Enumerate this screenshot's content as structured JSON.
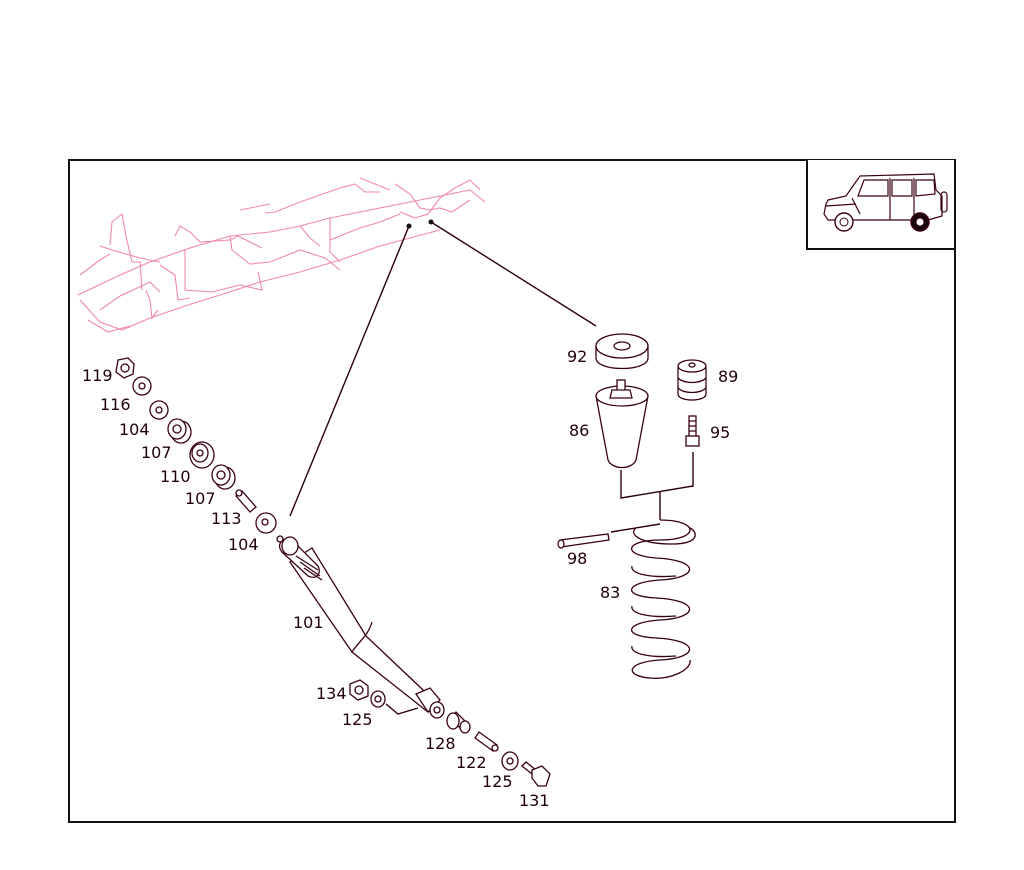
{
  "diagram": {
    "type": "exploded-parts-diagram",
    "subject": "Rear shock absorber and coil spring assembly",
    "colors": {
      "line_primary": "#3a0014",
      "chassis_frame": "#f08aa8",
      "border": "#111111",
      "background": "#ffffff"
    },
    "thumbnail": {
      "icon": "vehicle-suv-side-view-icon"
    },
    "callouts": {
      "c119": "119",
      "c116": "116",
      "c104a": "104",
      "c107a": "107",
      "c110": "110",
      "c107b": "107",
      "c113": "113",
      "c104b": "104",
      "c101": "101",
      "c134": "134",
      "c125a": "125",
      "c128": "128",
      "c122": "122",
      "c125b": "125",
      "c131": "131",
      "c92": "92",
      "c89": "89",
      "c86": "86",
      "c95": "95",
      "c98": "98",
      "c83": "83"
    },
    "parts": [
      {
        "number": "119",
        "shape": "hex-nut"
      },
      {
        "number": "116",
        "shape": "washer"
      },
      {
        "number": "104",
        "shape": "washer"
      },
      {
        "number": "107",
        "shape": "rubber-bushing"
      },
      {
        "number": "110",
        "shape": "cup-washer"
      },
      {
        "number": "107",
        "shape": "rubber-bushing"
      },
      {
        "number": "113",
        "shape": "spacer-sleeve"
      },
      {
        "number": "104",
        "shape": "washer"
      },
      {
        "number": "101",
        "shape": "shock-absorber"
      },
      {
        "number": "134",
        "shape": "hex-nut"
      },
      {
        "number": "125",
        "shape": "washer"
      },
      {
        "number": "128",
        "shape": "bushing"
      },
      {
        "number": "122",
        "shape": "sleeve"
      },
      {
        "number": "125",
        "shape": "washer"
      },
      {
        "number": "131",
        "shape": "bolt"
      },
      {
        "number": "92",
        "shape": "spring-pad"
      },
      {
        "number": "89",
        "shape": "bump-stop"
      },
      {
        "number": "86",
        "shape": "cone-bump-stop"
      },
      {
        "number": "95",
        "shape": "screw"
      },
      {
        "number": "98",
        "shape": "pin"
      },
      {
        "number": "83",
        "shape": "coil-spring"
      }
    ]
  }
}
